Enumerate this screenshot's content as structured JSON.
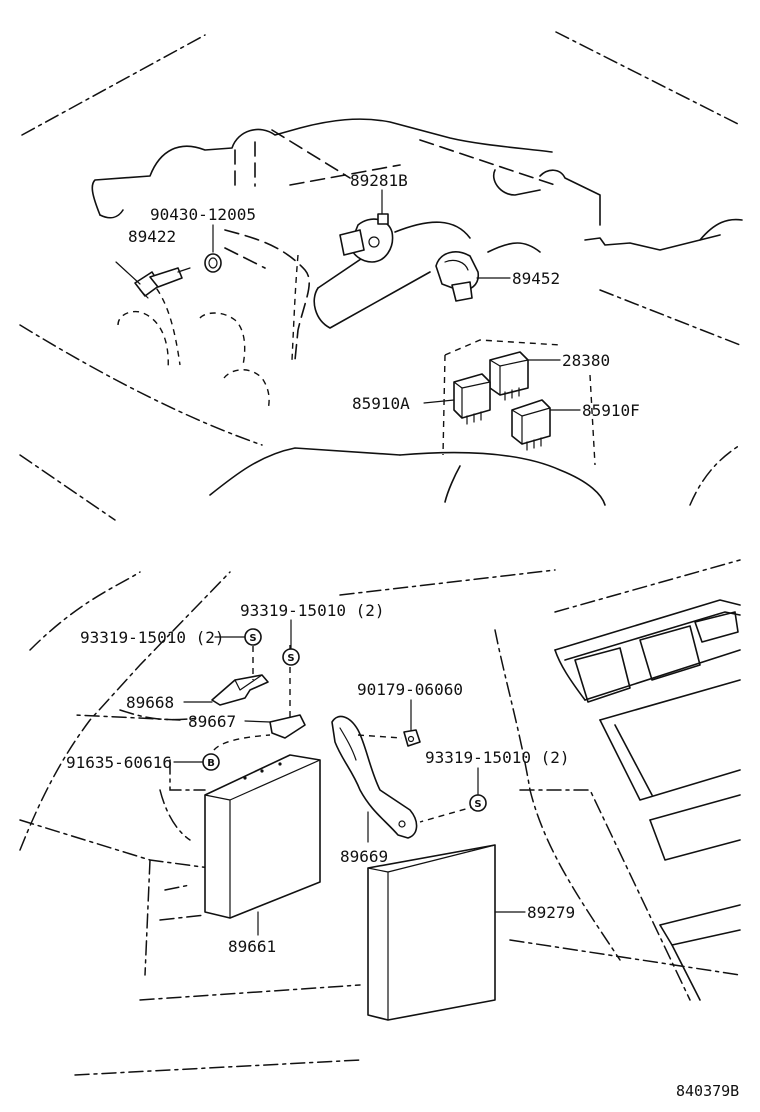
{
  "callouts": {
    "p89281B": "89281B",
    "p90430": "90430-12005",
    "p89422": "89422",
    "p89452": "89452",
    "p28380": "28380",
    "p85910A": "85910A",
    "p85910F": "85910F",
    "p93319_a": "93319-15010 (2)",
    "p93319_b": "93319-15010 (2)",
    "p93319_c": "93319-15010 (2)",
    "p89668": "89668",
    "p89667": "89667",
    "p90179": "90179-06060",
    "p91635": "91635-60616",
    "p89669": "89669",
    "p89279": "89279",
    "p89661": "89661"
  },
  "markers": {
    "screw": "S",
    "bolt": "B"
  },
  "figure_code": "840379B"
}
